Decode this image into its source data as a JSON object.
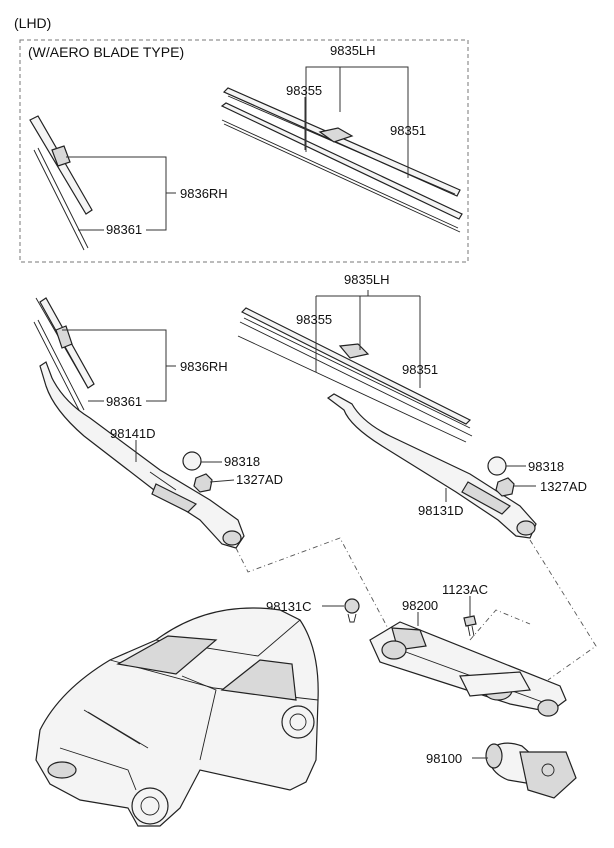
{
  "header": {
    "drive_type": "(LHD)",
    "variant": "(W/AERO BLADE TYPE)"
  },
  "labels": {
    "aero_lh_assy": "9835LH",
    "aero_lh_blade": "98355",
    "aero_lh_insert": "98351",
    "aero_rh_assy": "9836RH",
    "aero_rh_insert": "98361",
    "std_lh_assy": "9835LH",
    "std_lh_blade": "98355",
    "std_lh_insert": "98351",
    "std_rh_assy": "9836RH",
    "std_rh_insert": "98361",
    "arm_rh": "98141D",
    "cap_rh": "98318",
    "nut_rh": "1327AD",
    "arm_lh": "98131D",
    "cap_lh": "98318",
    "nut_lh": "1327AD",
    "pivot_cap": "98131C",
    "linkage": "98200",
    "bolt": "1123AC",
    "motor": "98100"
  }
}
